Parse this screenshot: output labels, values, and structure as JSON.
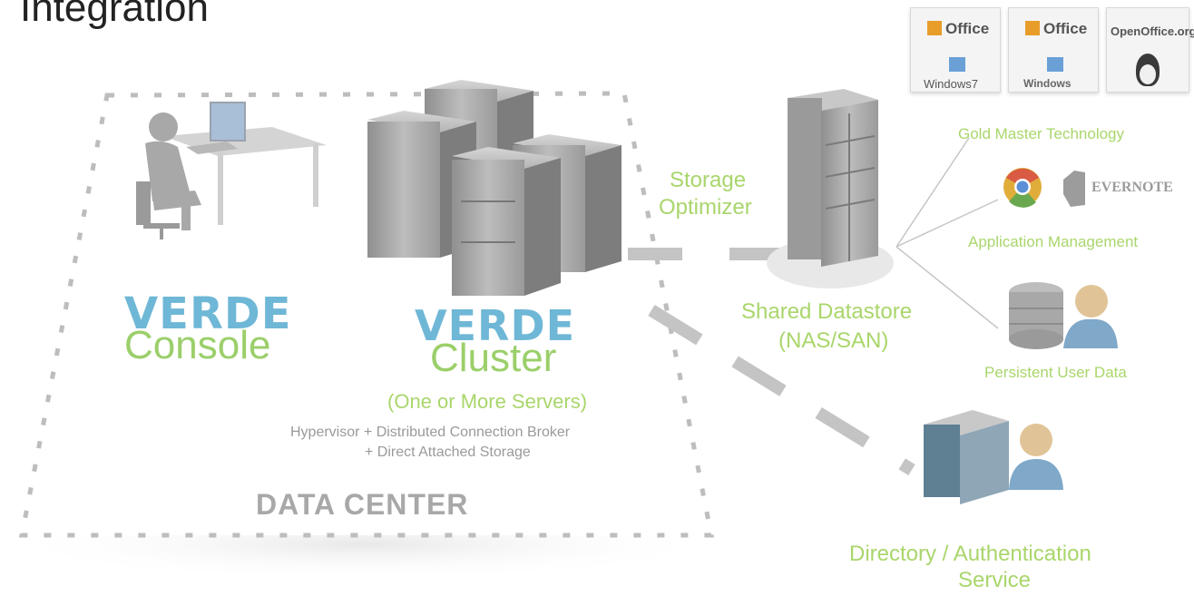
{
  "title": "Integration",
  "labels": {
    "storage_optimizer_1": "Storage",
    "storage_optimizer_2": "Optimizer",
    "shared_datastore_1": "Shared Datastore",
    "shared_datastore_2": "(NAS/SAN)",
    "gold_master": "Gold Master Technology",
    "app_mgmt": "Application Management",
    "persistent": "Persistent User Data",
    "directory_1": "Directory / Authentication",
    "directory_2": "Service",
    "data_center": "DATA CENTER",
    "one_or_more": "(One or More Servers)",
    "hypervisor_1": "Hypervisor + Distributed Connection Broker",
    "hypervisor_2": "+ Direct Attached Storage"
  },
  "verde_console": {
    "brand": "VERDE",
    "product": "Console"
  },
  "verde_cluster": {
    "brand": "VERDE",
    "product": "Cluster"
  },
  "gold_master_cards": [
    {
      "top": "Office",
      "bottom": "Windows7"
    },
    {
      "top": "Office",
      "bottom": "Windows"
    },
    {
      "top": "OpenOffice.org",
      "bottom": ""
    }
  ],
  "apps": {
    "evernote": "EVERNOTE"
  },
  "colors": {
    "green": "#a9d66b",
    "blue": "#6fb7d6",
    "gray": "#9a9a9a"
  }
}
